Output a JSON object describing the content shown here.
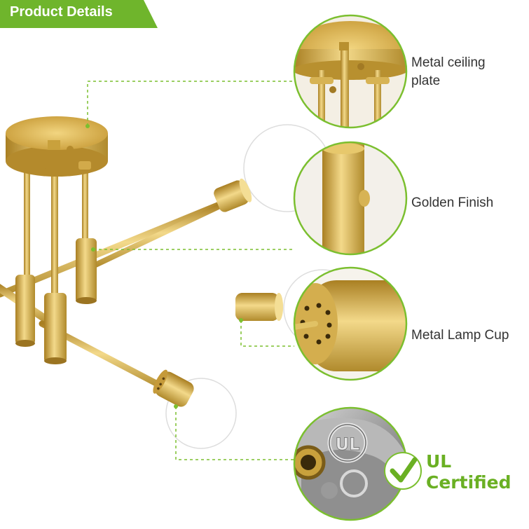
{
  "banner": {
    "title": "Product Details"
  },
  "features": [
    {
      "label": "Metal ceiling plate"
    },
    {
      "label": "Golden Finish"
    },
    {
      "label": "Metal Lamp Cup"
    }
  ],
  "certification": {
    "line1": "UL",
    "line2": "Certified",
    "mark_text": "UL"
  },
  "colors": {
    "accent": "#7bbf2f",
    "brass": "#c9a13c",
    "text": "#333333"
  }
}
